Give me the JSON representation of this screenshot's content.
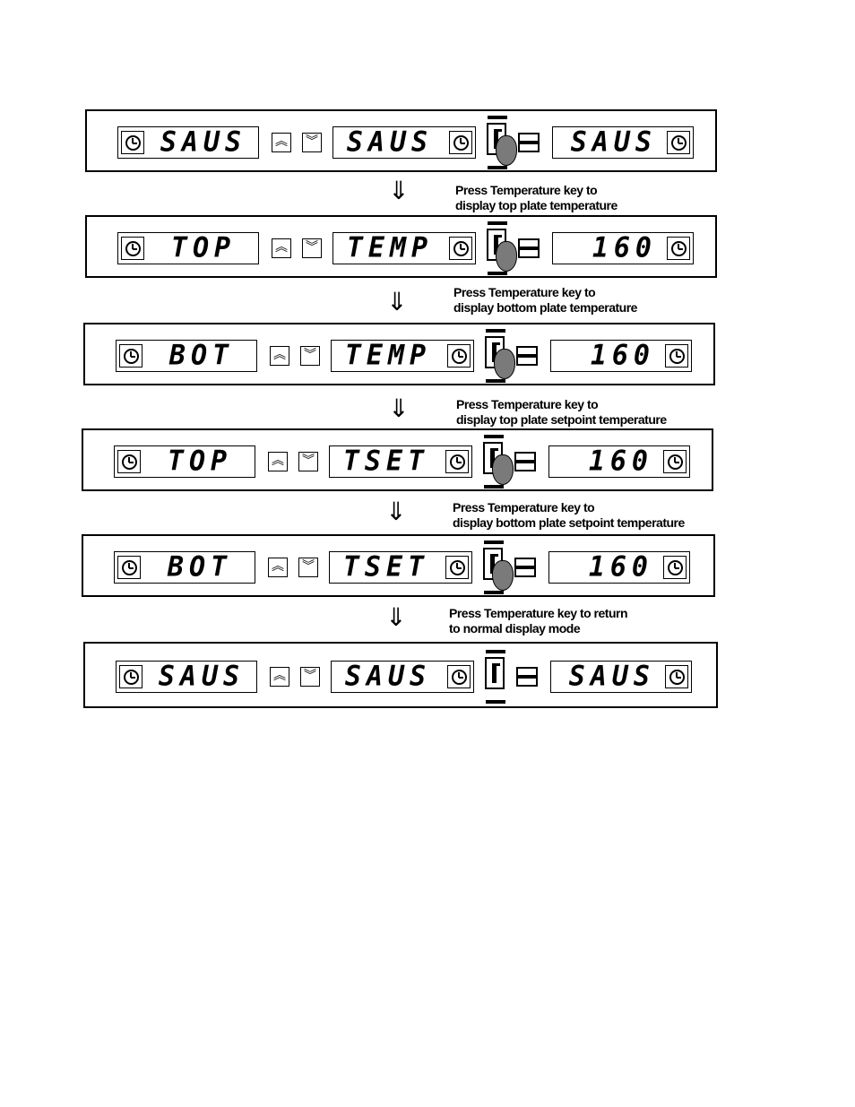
{
  "steps": [
    {
      "left": "SAUS",
      "mid": "SAUS",
      "right": "SAUS",
      "finger": true
    },
    {
      "left": "TOP",
      "mid": "TEMP",
      "right": "160",
      "finger": true
    },
    {
      "left": "BOT",
      "mid": "TEMP",
      "right": "160",
      "finger": true
    },
    {
      "left": "TOP",
      "mid": "TSET",
      "right": "160",
      "finger": true
    },
    {
      "left": "BOT",
      "mid": "TSET",
      "right": "160",
      "finger": true
    },
    {
      "left": "SAUS",
      "mid": "SAUS",
      "right": "SAUS",
      "finger": false
    }
  ],
  "instructions": [
    {
      "line1": "Press Temperature key to",
      "line2": "display top plate temperature"
    },
    {
      "line1": "Press Temperature key to",
      "line2": "display bottom plate temperature"
    },
    {
      "line1": "Press Temperature key to",
      "line2": "display top plate setpoint temperature"
    },
    {
      "line1": "Press Temperature key to",
      "line2": "display bottom plate setpoint temperature"
    },
    {
      "line1": "Press Temperature key to return",
      "line2": "to normal display mode"
    }
  ],
  "icons": {
    "clock": "clock-icon",
    "up": "chevron-up-icon",
    "down": "chevron-down-icon",
    "temp_key": "temperature-key-icon",
    "minus": "minus-icon",
    "finger": "pressing-finger-icon",
    "flow_arrow": "down-arrow-icon"
  }
}
